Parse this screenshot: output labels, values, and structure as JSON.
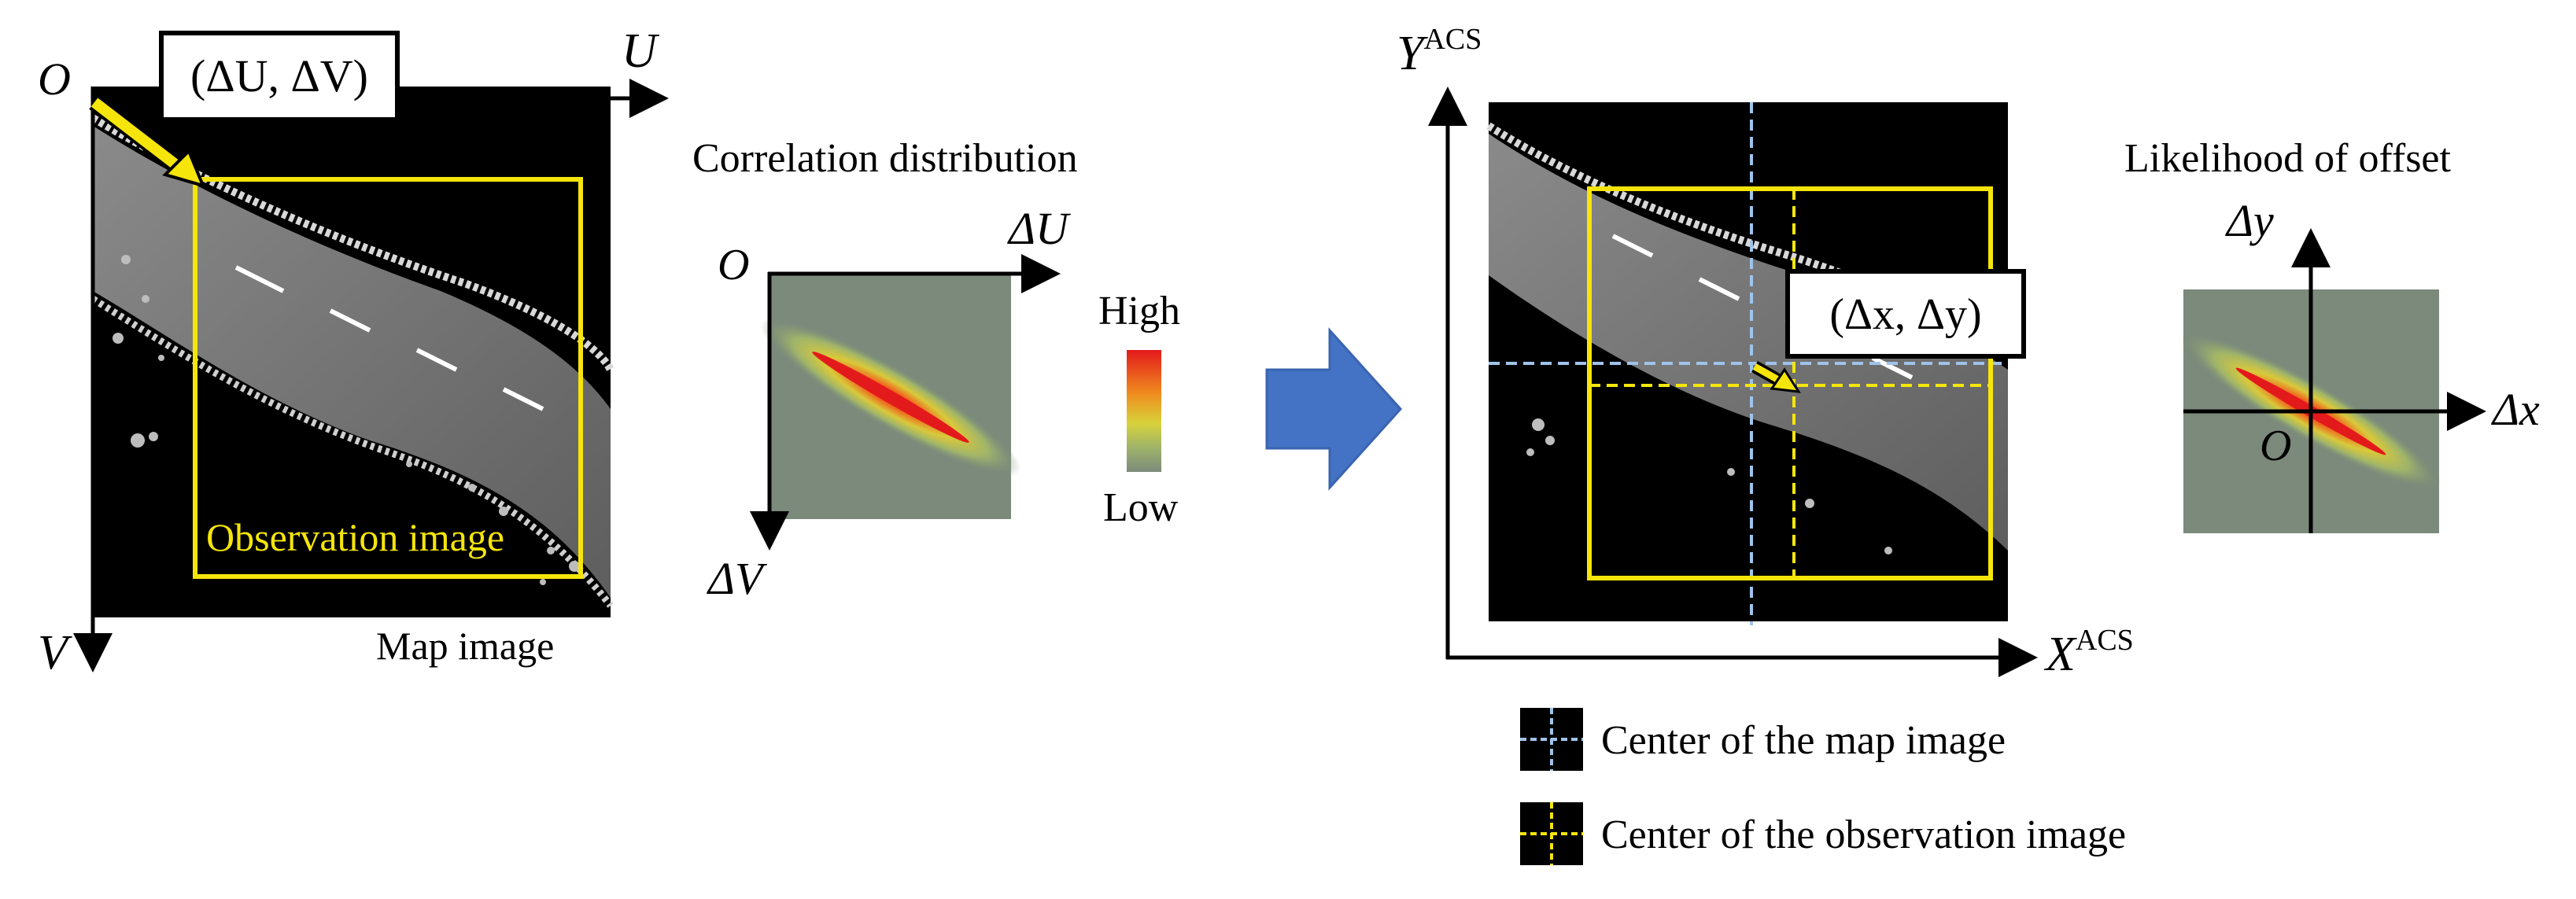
{
  "left_panel": {
    "origin": "O",
    "u_axis": "U",
    "v_axis": "V",
    "offset_label": "(ΔU, ΔV)",
    "observation_label": "Observation image",
    "map_label": "Map image"
  },
  "correlation": {
    "title": "Correlation distribution",
    "origin": "O",
    "x_axis": "ΔU",
    "y_axis": "ΔV",
    "legend_high": "High",
    "legend_low": "Low"
  },
  "right_panel": {
    "y_axis": "Y",
    "y_sup": "ACS",
    "x_axis": "X",
    "x_sup": "ACS",
    "offset_label": "(Δx, Δy)"
  },
  "likelihood": {
    "title": "Likelihood of offset",
    "x_axis": "Δx",
    "y_axis": "Δy",
    "origin": "O"
  },
  "legend": {
    "map_center": "Center of the map image",
    "obs_center": "Center of the observation image"
  },
  "colors": {
    "observation_box": "#f5e50a",
    "map_center_line": "#9fc3ea",
    "arrow_fill": "#4472c4",
    "heat_high": "#e31a1c",
    "heat_low": "#7b8a7b"
  }
}
